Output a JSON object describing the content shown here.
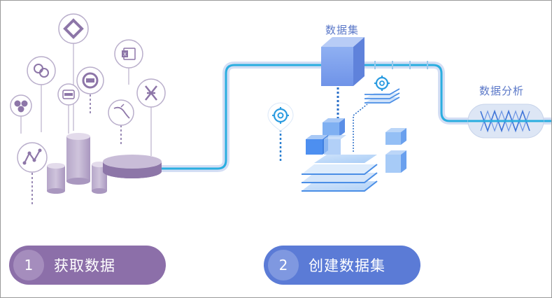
{
  "labels": {
    "dataset": "数据集",
    "analysis": "数据分析"
  },
  "steps": [
    {
      "number": "1",
      "label": "获取数据",
      "color": "#8c6fa9",
      "badge": "#a58dbd"
    },
    {
      "number": "2",
      "label": "创建数据集",
      "color": "#5b7bd6",
      "badge": "#7f98e0"
    }
  ],
  "icons": [
    "network-icon",
    "link-icon",
    "molecule-icon",
    "excel-icon",
    "csv-icon",
    "refresh-icon",
    "mysql-icon",
    "hadoop-icon",
    "rainbow-icon",
    "gear-icon"
  ],
  "colors": {
    "pipe": "#2aaee0",
    "source": "#8d76a8",
    "cube": "#6f93e8"
  }
}
